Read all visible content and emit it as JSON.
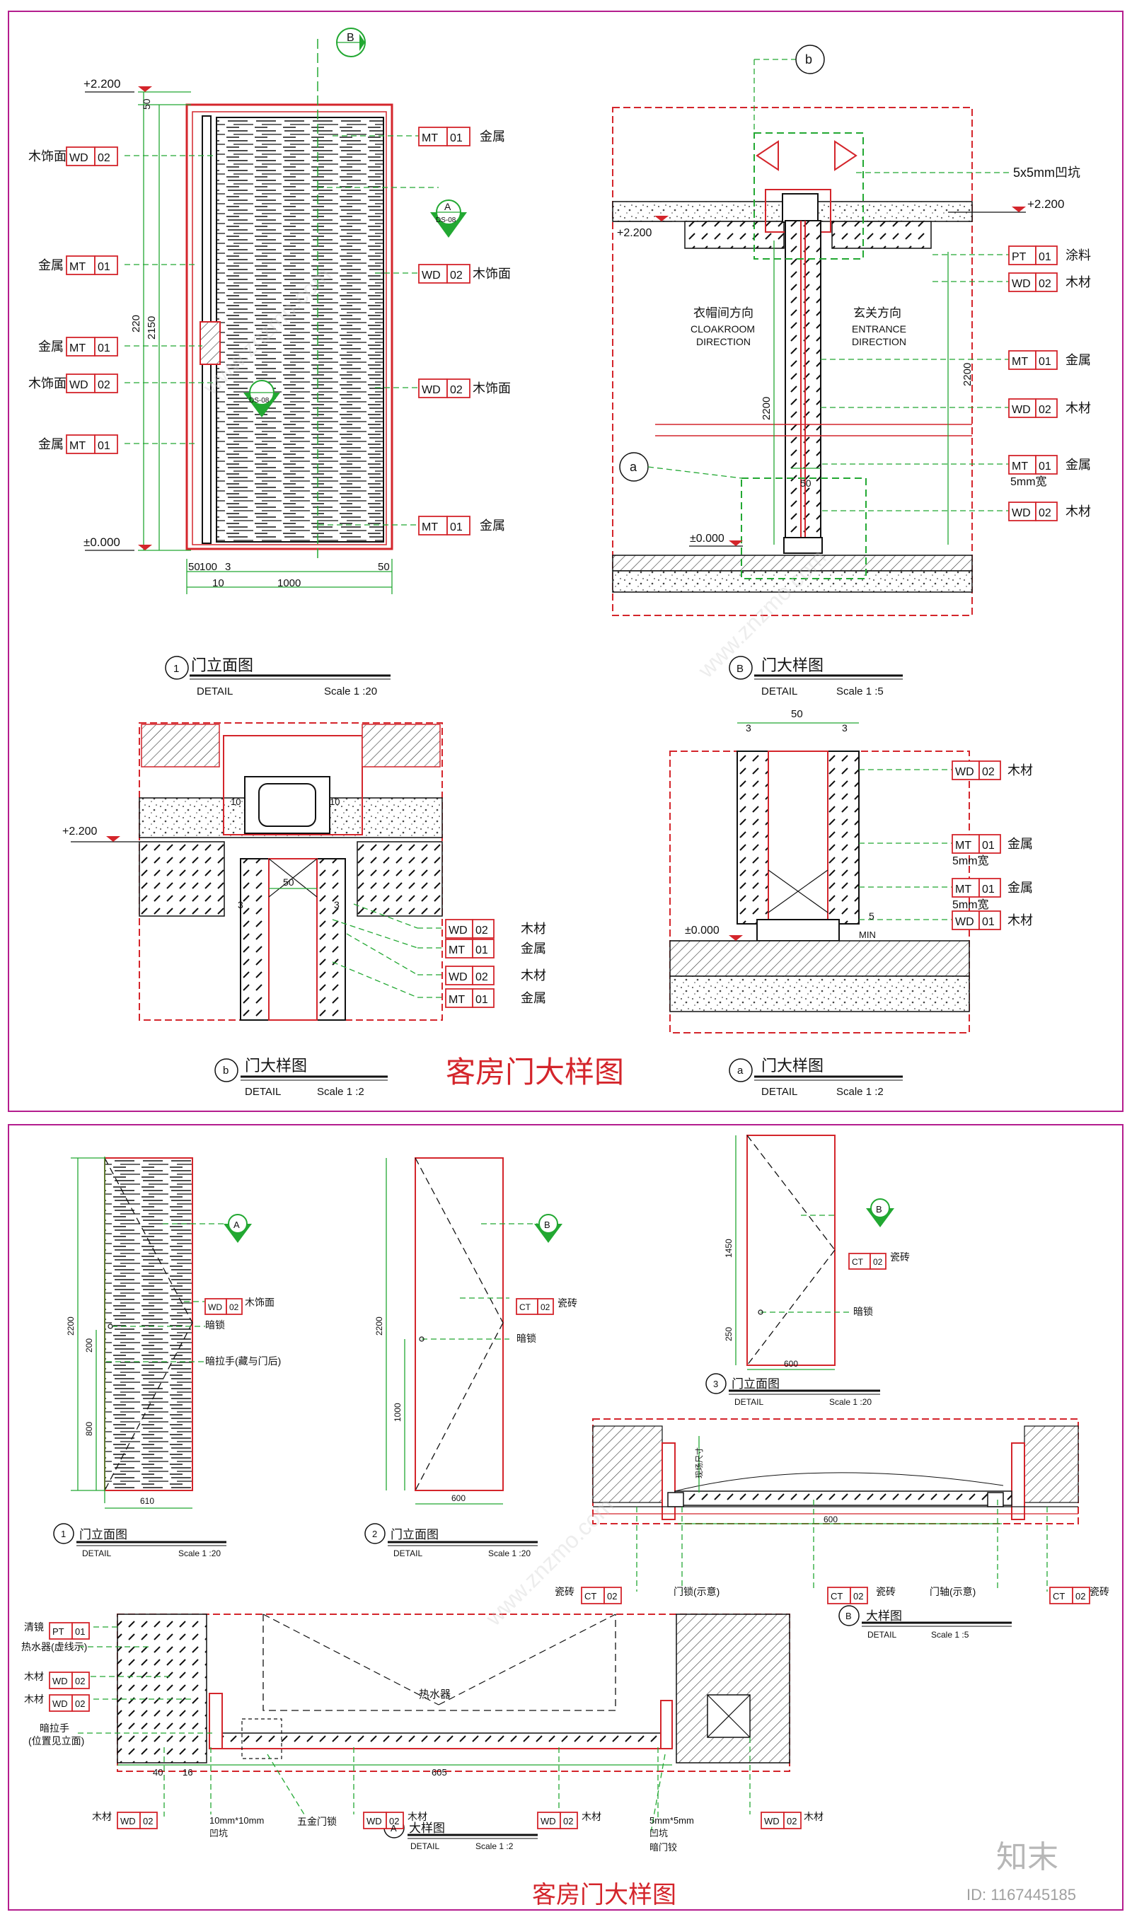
{
  "sheet_titles": [
    "客房门大样图",
    "客房门大样图"
  ],
  "watermark": {
    "site": "www.znzmo.com",
    "brand": "知末",
    "id": "ID: 1167445185"
  },
  "section_markers": {
    "B": "B",
    "b": "b",
    "a": "a",
    "A": "A"
  },
  "symbols": {
    "ds08": "DS-08"
  },
  "levels": {
    "top": "+2.200",
    "floor": "±0.000"
  },
  "notes": {
    "groove": "5x5mm凹坑",
    "cloakroom_cn": "衣帽间方向",
    "cloakroom_en1": "CLOAKROOM",
    "cloakroom_en2": "DIRECTION",
    "entrance_cn": "玄关方向",
    "entrance_en1": "ENTRANCE",
    "entrance_en2": "DIRECTION",
    "five_mm_wide": "5mm宽",
    "min": "MIN",
    "hidden_lock": "暗锁",
    "hidden_pull": "暗拉手(藏与门后)",
    "water_heater": "热水器",
    "groove_10": "10mm*10mm",
    "groove_label": "凹坑",
    "hardware_lock": "五金门锁",
    "groove_5": "5mm*5mm",
    "hidden_hinge": "暗门铰",
    "door_lock_demo": "门锁(示意)",
    "door_axis_demo": "门轴(示意)",
    "site_size": "现场尺寸",
    "pull_side1": "暗拉手",
    "pull_side2": "(位置见立面)"
  },
  "tags": {
    "MT01": [
      "MT",
      "01"
    ],
    "WD02": [
      "WD",
      "02"
    ],
    "WD01": [
      "WD",
      "01"
    ],
    "PT01": [
      "PT",
      "01"
    ],
    "CT02": [
      "CT",
      "02"
    ]
  },
  "materials": {
    "metal": "金属",
    "wood": "木材",
    "wood_veneer": "木饰面",
    "paint": "涂料",
    "tile": "瓷砖",
    "mirror": "清镜",
    "heater_ghost": "热水器(虚线示)"
  },
  "detail_titles": [
    {
      "num": "1",
      "name": "门立面图",
      "sub": "DETAIL",
      "scale": "Scale 1 :20"
    },
    {
      "num": "B",
      "name": "门大样图",
      "sub": "DETAIL",
      "scale": "Scale 1 :5"
    },
    {
      "num": "b",
      "name": "门大样图",
      "sub": "DETAIL",
      "scale": "Scale 1 :2"
    },
    {
      "num": "a",
      "name": "门大样图",
      "sub": "DETAIL",
      "scale": "Scale 1 :2"
    },
    {
      "num": "1",
      "name": "门立面图",
      "sub": "DETAIL",
      "scale": "Scale 1 :20"
    },
    {
      "num": "2",
      "name": "门立面图",
      "sub": "DETAIL",
      "scale": "Scale 1 :20"
    },
    {
      "num": "3",
      "name": "门立面图",
      "sub": "DETAIL",
      "scale": "Scale 1 :20"
    },
    {
      "num": "B",
      "name": "大样图",
      "sub": "DETAIL",
      "scale": "Scale 1 :5"
    },
    {
      "num": "A",
      "name": "大样图",
      "sub": "DETAIL",
      "scale": "Scale 1 :2"
    }
  ],
  "dims": {
    "d50": "50",
    "d220": "220",
    "d2150": "2150",
    "d10": "10",
    "d1000": "1000",
    "d100": "100",
    "d3": "3",
    "d2200": "2200",
    "d200": "200",
    "d800": "800",
    "d610": "610",
    "d1000b": "1000",
    "d600": "600",
    "d1450": "1450",
    "d250": "250",
    "d605": "605",
    "d40": "40",
    "d16": "16",
    "d5": "5"
  },
  "colors": {
    "frame": "#b41d8e",
    "red": "#d4252b",
    "green": "#22a832",
    "dark": "#222222"
  }
}
